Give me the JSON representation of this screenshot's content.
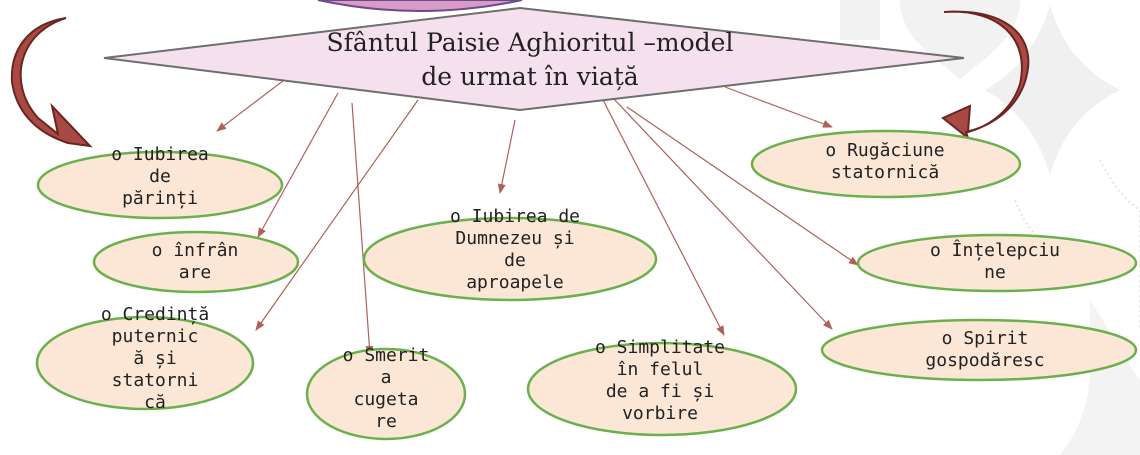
{
  "colors": {
    "ellipse_fill": "#fce6d5",
    "ellipse_stroke": "#6ab04c",
    "diamond_fill": "#f5e1ee",
    "diamond_stroke": "#6e6e6e",
    "arrow_line": "#b06058",
    "curved_arrow_fill": "#a84a43",
    "curved_arrow_stroke": "#6a2522",
    "background_pattern": "#e8e8e8"
  },
  "title": "Sfântul Paisie Aghioritul –model\nde urmat în viață",
  "nodes": {
    "iubirea_de_parinti": "o Iubirea\nde\npărinți",
    "infranare": "o înfrân\nare",
    "credinta": "o Credință\nputernic\nă și\nstatorni\ncă",
    "smerit": "o Smerit\na\ncugeta\nre",
    "iubirea_dumnezeu": "o Iubirea de\nDumnezeu și\nde\naproapele",
    "simplitate": "o Simplitate\nîn felul\nde a fi și\nvorbire",
    "rugaciune": "o Rugăciune\nstatornică",
    "intelepciune": "o Înțelepciu\nne",
    "spirit": "o Spirit\ngospodăresc"
  }
}
